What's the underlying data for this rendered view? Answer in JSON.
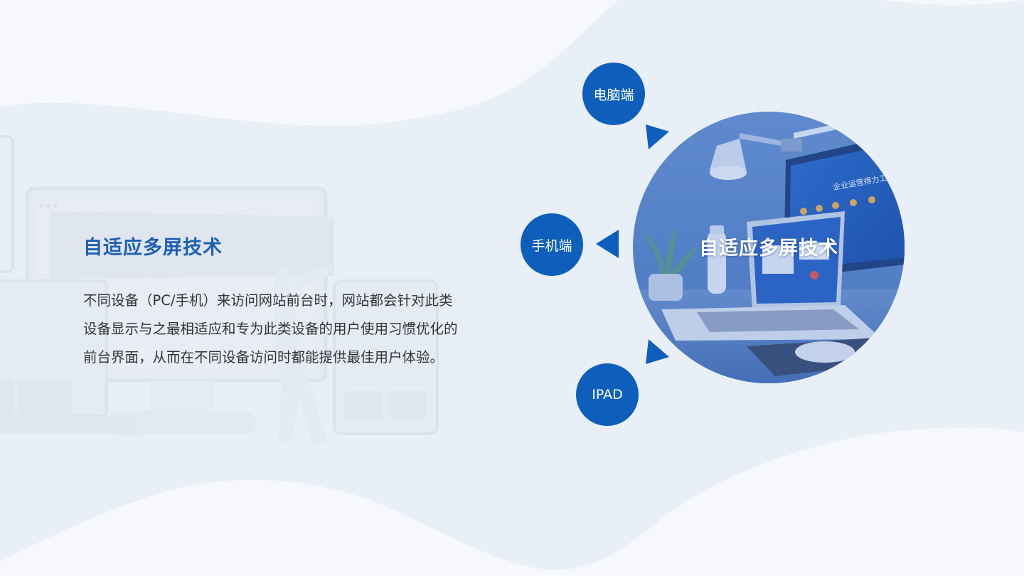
{
  "section": {
    "title": "自适应多屏技术",
    "description_lines": [
      "不同设备（PC/手机）来访问网站前台时，网站都会针对此类",
      "设备显示与之最相适应和专为此类设备的用户使用习惯优化的",
      "前台界面，从而在不同设备访问时都能提供最佳用户体验。"
    ]
  },
  "diagram": {
    "center_label": "自适应多屏技术",
    "nodes": [
      {
        "label": "电脑端"
      },
      {
        "label": "手机端"
      },
      {
        "label": "IPAD"
      }
    ]
  },
  "photo_screen": {
    "banner_title": "企业运营得力工具"
  },
  "colors": {
    "accent": "#0e5fbb",
    "title": "#1d5fb4",
    "background": "#e9eff7",
    "wave": "#f5f7fa",
    "text": "#333333"
  }
}
